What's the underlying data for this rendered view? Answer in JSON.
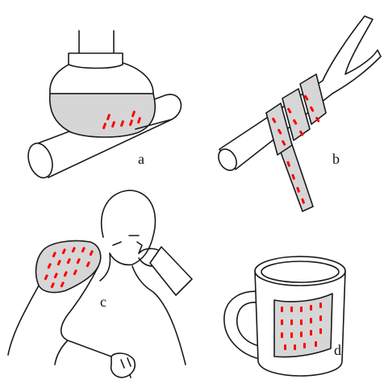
{
  "figure": {
    "panels": [
      {
        "id": "a",
        "label": "a",
        "subject": "robot-gripper-on-pipe"
      },
      {
        "id": "b",
        "label": "b",
        "subject": "strips-wrapped-on-branch"
      },
      {
        "id": "c",
        "label": "c",
        "subject": "shoulder-patch-on-person"
      },
      {
        "id": "d",
        "label": "d",
        "subject": "sensor-sleeve-on-mug"
      }
    ],
    "colors": {
      "ink": "#1a1a1a",
      "pad": "#d6d6d6",
      "sensor": "#ff0000",
      "background": "#ffffff"
    }
  }
}
